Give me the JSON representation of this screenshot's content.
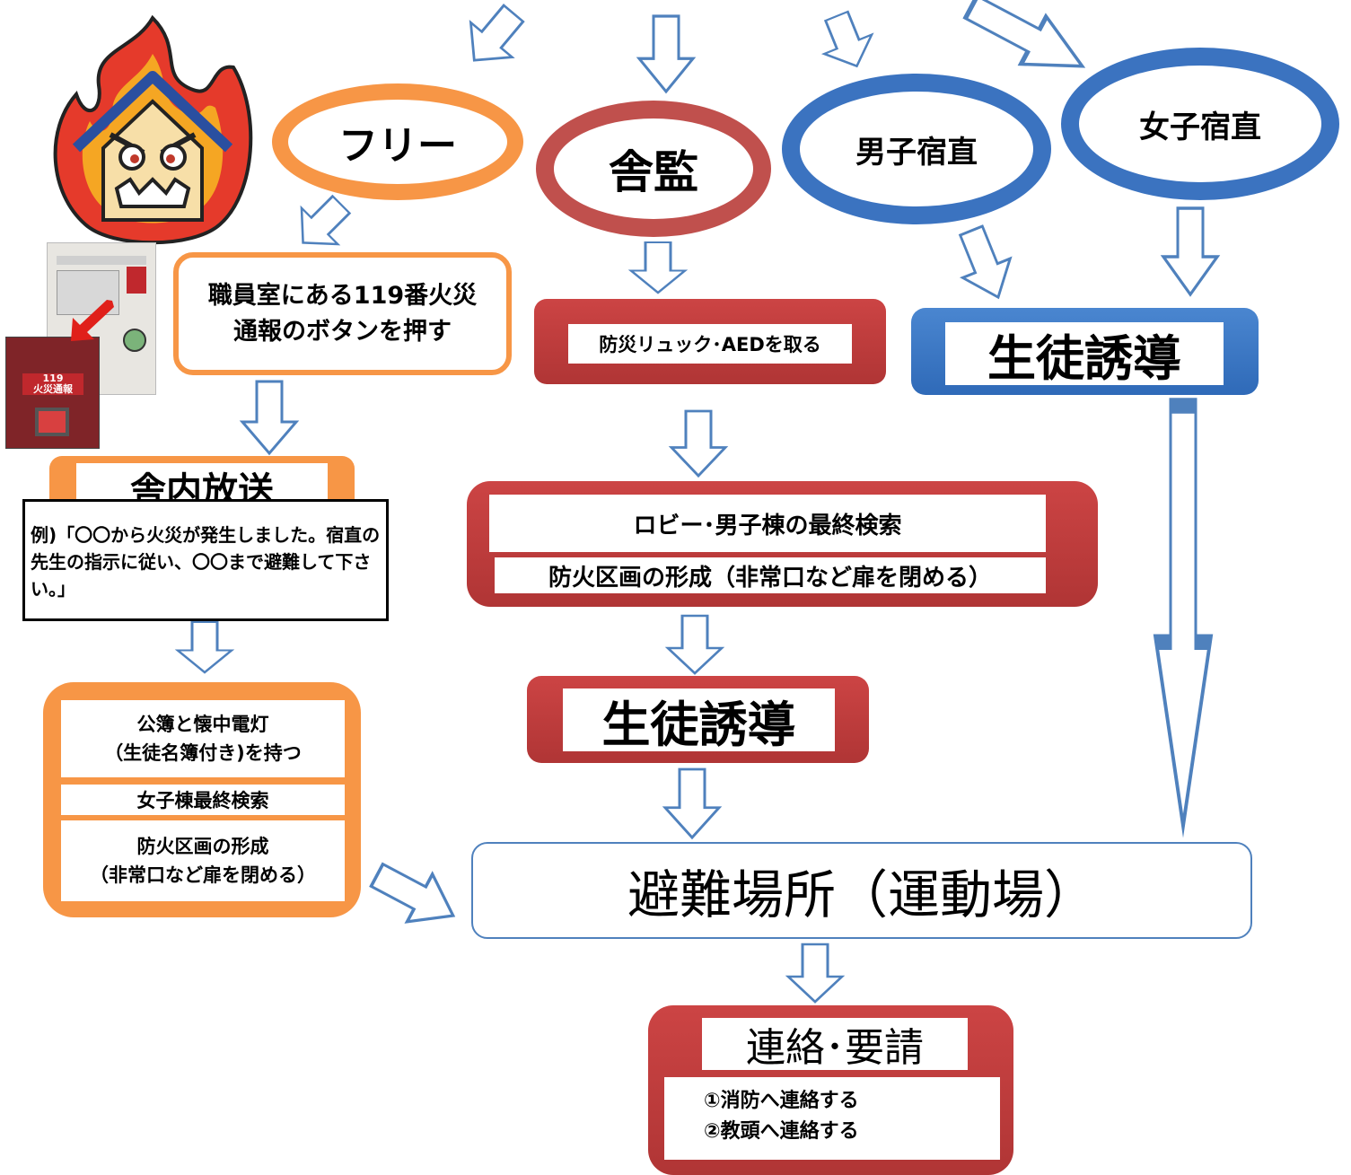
{
  "colors": {
    "orange": "#f79646",
    "red": "#c0504d",
    "blue": "#3b73c0",
    "arrow_stroke": "#4f81bd"
  },
  "roles": {
    "free": "フリー",
    "dorm_supervisor": "舎監",
    "male_duty": "男子宿直",
    "female_duty": "女子宿直"
  },
  "free_path": {
    "step1": "職員室にある119番火災通報のボタンを押す",
    "broadcast_title": "舎内放送",
    "broadcast_example": "例)「〇〇から火災が発生しました。宿直の先生の指示に従い、〇〇まで避難して下さい。」",
    "step3_a": "公簿と懐中電灯\n（生徒名簿付き)を持つ",
    "step3_b": "女子棟最終検索",
    "step3_c": "防火区画の形成\n（非常口など扉を閉める）"
  },
  "supervisor_path": {
    "step1": "防災リュック･AEDを取る",
    "step2_a": "ロビー･男子棟の最終検索",
    "step2_b": "防火区画の形成（非常口など扉を閉める）",
    "step3": "生徒誘導"
  },
  "duty_path": {
    "step1": "生徒誘導"
  },
  "evacuation": "避難場所（運動場）",
  "contact": {
    "title": "連絡･要請",
    "item1": "①消防へ連絡する",
    "item2": "②教頭へ連絡する"
  },
  "photo": {
    "panel_label": "119\n火災通報"
  }
}
